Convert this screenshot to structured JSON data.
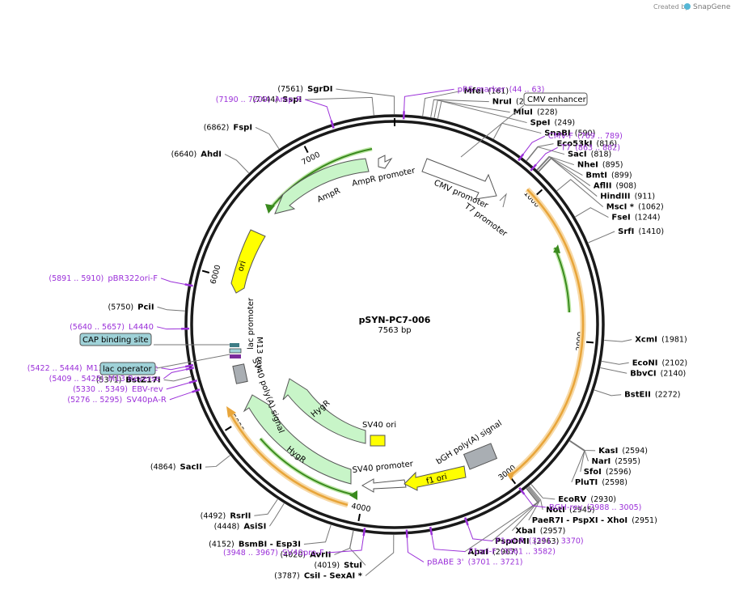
{
  "credit": {
    "created_by": "Created by",
    "brand": "SnapGene"
  },
  "plasmid": {
    "name": "pSYN-PC7-006",
    "length_label": "7563 bp",
    "length": 7563
  },
  "ring_ticks": [
    {
      "bp": 1000,
      "label": "1000"
    },
    {
      "bp": 2000,
      "label": "2000"
    },
    {
      "bp": 3000,
      "label": "3000"
    },
    {
      "bp": 4000,
      "label": "4000"
    },
    {
      "bp": 5000,
      "label": "5000"
    },
    {
      "bp": 6000,
      "label": "6000"
    },
    {
      "bp": 7000,
      "label": "7000"
    }
  ],
  "enzymes": [
    {
      "name": "SgrDI",
      "pos": "(7561)",
      "bp": 7561,
      "side": "right"
    },
    {
      "name": "SspI",
      "pos": "(7444)",
      "bp": 7444,
      "side": "right"
    },
    {
      "name": "MfeI",
      "pos": "(161)",
      "bp": 161
    },
    {
      "name": "NruI",
      "pos": "(208)",
      "bp": 208
    },
    {
      "name": "MluI",
      "pos": "(228)",
      "bp": 228
    },
    {
      "name": "SpeI",
      "pos": "(249)",
      "bp": 249
    },
    {
      "name": "SnaBI",
      "pos": "(590)",
      "bp": 590
    },
    {
      "name": "Eco53kI",
      "pos": "(816)",
      "bp": 816
    },
    {
      "name": "SacI",
      "pos": "(818)",
      "bp": 818
    },
    {
      "name": "NheI",
      "pos": "(895)",
      "bp": 895
    },
    {
      "name": "BmtI",
      "pos": "(899)",
      "bp": 899
    },
    {
      "name": "AflII",
      "pos": "(908)",
      "bp": 908
    },
    {
      "name": "HindIII",
      "pos": "(911)",
      "bp": 911
    },
    {
      "name": "MscI *",
      "pos": "(1062)",
      "bp": 1062
    },
    {
      "name": "FseI",
      "pos": "(1244)",
      "bp": 1244
    },
    {
      "name": "SrfI",
      "pos": "(1410)",
      "bp": 1410
    },
    {
      "name": "XcmI",
      "pos": "(1981)",
      "bp": 1981
    },
    {
      "name": "EcoNI",
      "pos": "(2102)",
      "bp": 2102
    },
    {
      "name": "BbvCI",
      "pos": "(2140)",
      "bp": 2140
    },
    {
      "name": "BstEII",
      "pos": "(2272)",
      "bp": 2272
    },
    {
      "name": "KasI",
      "pos": "(2594)",
      "bp": 2594
    },
    {
      "name": "NarI",
      "pos": "(2595)",
      "bp": 2595
    },
    {
      "name": "SfoI",
      "pos": "(2596)",
      "bp": 2596
    },
    {
      "name": "PluTI",
      "pos": "(2598)",
      "bp": 2598
    },
    {
      "name": "EcoRV",
      "pos": "(2930)",
      "bp": 2930
    },
    {
      "name": "NotI",
      "pos": "(2945)",
      "bp": 2945
    },
    {
      "name": "PaeR7I - PspXI - XhoI",
      "pos": "(2951)",
      "bp": 2951
    },
    {
      "name": "XbaI",
      "pos": "(2957)",
      "bp": 2957
    },
    {
      "name": "PspOMI",
      "pos": "(2963)",
      "bp": 2963
    },
    {
      "name": "ApaI",
      "pos": "(2967)",
      "bp": 2967
    },
    {
      "name": "CsiI - SexAI *",
      "pos": "(3787)",
      "bp": 3787
    },
    {
      "name": "StuI",
      "pos": "(4019)",
      "bp": 4019
    },
    {
      "name": "AvrII",
      "pos": "(4020)",
      "bp": 4020
    },
    {
      "name": "BsmBI - Esp3I",
      "pos": "(4152)",
      "bp": 4152
    },
    {
      "name": "AsiSI",
      "pos": "(4448)",
      "bp": 4448
    },
    {
      "name": "RsrII",
      "pos": "(4492)",
      "bp": 4492
    },
    {
      "name": "SacII",
      "pos": "(4864)",
      "bp": 4864
    },
    {
      "name": "BstZ17I",
      "pos": "(5371)",
      "bp": 5371
    },
    {
      "name": "PciI",
      "pos": "(5750)",
      "bp": 5750
    },
    {
      "name": "AhdI",
      "pos": "(6640)",
      "bp": 6640
    },
    {
      "name": "FspI",
      "pos": "(6862)",
      "bp": 6862
    }
  ],
  "primers": [
    {
      "name": "pRS-marker",
      "range": "(44 .. 63)",
      "bp": 53
    },
    {
      "name": "CMV-F",
      "range": "(769 .. 789)",
      "bp": 779
    },
    {
      "name": "T7",
      "range": "(863 .. 882)",
      "bp": 872
    },
    {
      "name": "BGH-rev",
      "range": "(2988 .. 3005)",
      "bp": 2996
    },
    {
      "name": "F1ori-R",
      "range": "(3351 .. 3370)",
      "bp": 3360
    },
    {
      "name": "F1ori-F",
      "range": "(3561 .. 3582)",
      "bp": 3571
    },
    {
      "name": "pBABE 3'",
      "range": "(3701 .. 3721)",
      "bp": 3711
    },
    {
      "name": "SV40pro-F",
      "range": "(3948 .. 3967)",
      "bp": 3957
    },
    {
      "name": "SV40pA-R",
      "range": "(5276 .. 5295)",
      "bp": 5285
    },
    {
      "name": "EBV-rev",
      "range": "(5330 .. 5349)",
      "bp": 5340
    },
    {
      "name": "M13 Reverse",
      "range": "(5409 .. 5425)",
      "bp": 5417
    },
    {
      "name": "M13/pUC Reverse",
      "range": "(5422 .. 5444)",
      "bp": 5433
    },
    {
      "name": "L4440",
      "range": "(5640 .. 5657)",
      "bp": 5648
    },
    {
      "name": "pBR322ori-F",
      "range": "(5891 .. 5910)",
      "bp": 5900
    },
    {
      "name": "Amp-R",
      "range": "(7190 .. 7209)",
      "bp": 7200
    }
  ],
  "boxed_features": [
    {
      "name": "CMV enhancer",
      "style": "white"
    },
    {
      "name": "CAP binding site",
      "style": "teal"
    },
    {
      "name": "lac operator",
      "style": "teal"
    }
  ],
  "inner_features": [
    {
      "name": "CMV promoter"
    },
    {
      "name": "T7 promoter"
    },
    {
      "name": "AmpR"
    },
    {
      "name": "AmpR promoter"
    },
    {
      "name": "ori"
    },
    {
      "name": "lac promoter"
    },
    {
      "name": "M13 rev"
    },
    {
      "name": "SV40 poly(A) signal"
    },
    {
      "name": "HygR"
    },
    {
      "name": "HygR"
    },
    {
      "name": "SV40 ori"
    },
    {
      "name": "SV40 promoter"
    },
    {
      "name": "f1 ori"
    },
    {
      "name": "bGH poly(A) signal"
    }
  ],
  "colors": {
    "backbone": "#1a1a1a",
    "primer": "#9b30d9",
    "feature_green": "#c8f5c8",
    "feature_yellow": "#ffff00",
    "feature_teal": "#9fd2d8",
    "feature_gray": "#a9aeb3",
    "orf_orange": "#e8a53a",
    "orf_green": "#3a8a1e"
  }
}
